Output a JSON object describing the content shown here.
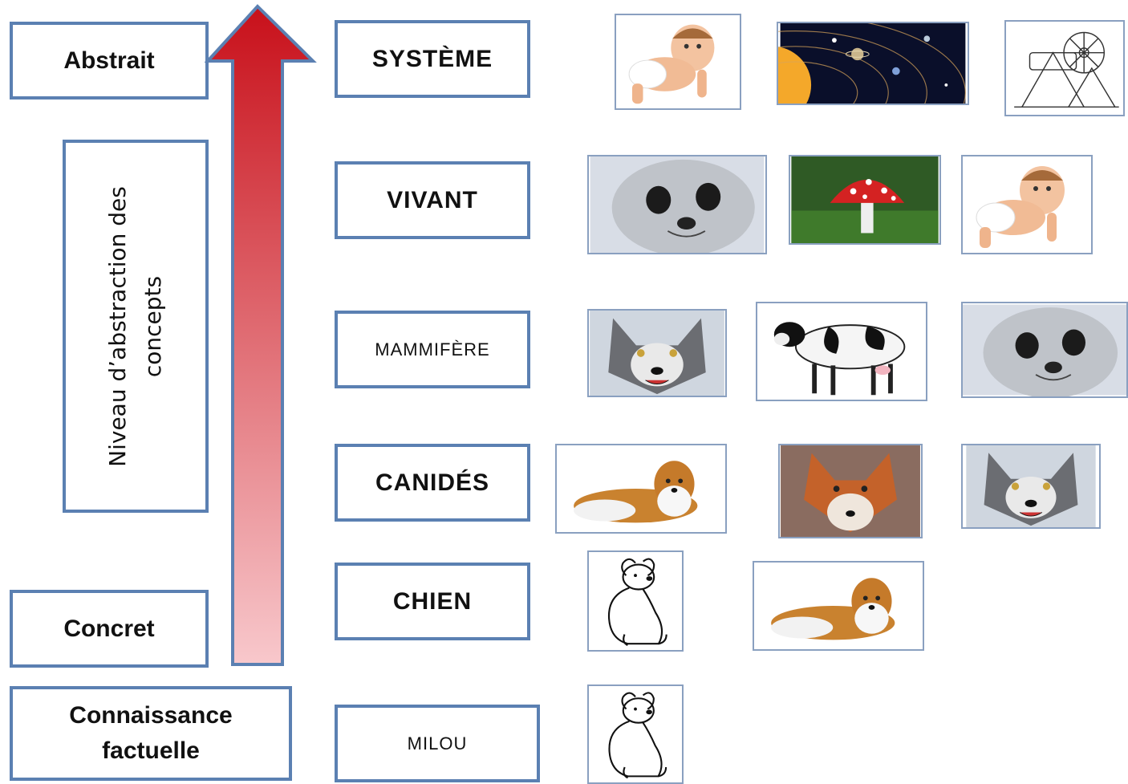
{
  "left": {
    "top_label": "Abstrait",
    "axis_label_line1": "Niveau d’abstraction des",
    "axis_label_line2": "concepts",
    "bottom_label": "Concret",
    "footer_label_line1": "Connaissance",
    "footer_label_line2": "factuelle"
  },
  "levels": {
    "systeme": "SYSTÈME",
    "vivant": "VIVANT",
    "mammifere": "MAMMIFÈRE",
    "canides": "CANIDÉS",
    "chien": "CHIEN",
    "milou": "MILOU"
  },
  "images": {
    "systeme": [
      "baby",
      "solar-system",
      "machine"
    ],
    "vivant": [
      "seal",
      "mushroom",
      "baby"
    ],
    "mammifere": [
      "wolf",
      "cow",
      "seal"
    ],
    "canides": [
      "collie",
      "fox",
      "wolf"
    ],
    "chien": [
      "milou-drawing",
      "collie"
    ],
    "milou": [
      "milou-drawing"
    ]
  },
  "colors": {
    "border": "#5b80b2",
    "arrow_top": "#c8101a",
    "arrow_bottom": "#f8c8cc"
  }
}
